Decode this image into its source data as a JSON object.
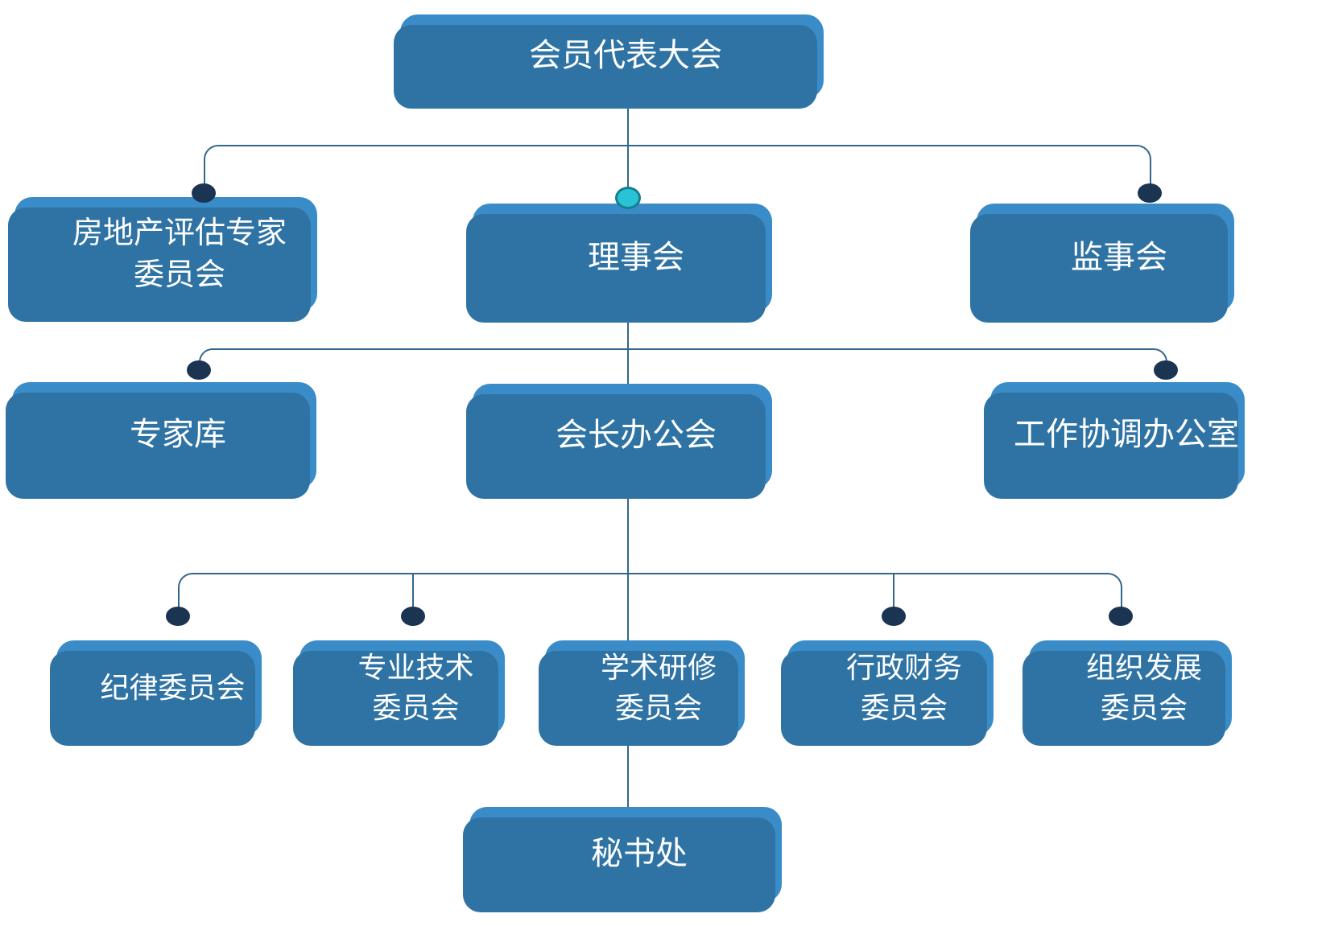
{
  "colors": {
    "box_fill": "#3A8CC8",
    "box_extrude": "#2E73A4",
    "line": "#33678A",
    "dot_navy": "#1B3452",
    "dot_cyan": "#29C3D8",
    "dot_cyan_border": "#157F8D",
    "text": "#FFFFFF",
    "background": "#FFFFFF"
  },
  "chart_type": "organization-chart",
  "nodes": [
    {
      "id": "members-congress",
      "label": "会员代表大会",
      "parent": null
    },
    {
      "id": "real-estate-appraisal-expert-committee",
      "label": "房地产评估专家\n委员会",
      "parent": "members-congress"
    },
    {
      "id": "council",
      "label": "理事会",
      "parent": "members-congress"
    },
    {
      "id": "supervisory-board",
      "label": "监事会",
      "parent": "members-congress"
    },
    {
      "id": "expert-database",
      "label": "专家库",
      "parent": "council"
    },
    {
      "id": "president-office-meeting",
      "label": "会长办公会",
      "parent": "council"
    },
    {
      "id": "work-coordination-office",
      "label": "工作协调办公室",
      "parent": "council"
    },
    {
      "id": "discipline-committee",
      "label": "纪律委员会",
      "parent": "president-office-meeting"
    },
    {
      "id": "professional-technology-committee",
      "label": "专业技术\n委员会",
      "parent": "president-office-meeting"
    },
    {
      "id": "academic-research-committee",
      "label": "学术研修\n委员会",
      "parent": "president-office-meeting"
    },
    {
      "id": "administration-finance-committee",
      "label": "行政财务\n委员会",
      "parent": "president-office-meeting"
    },
    {
      "id": "organization-development-committee",
      "label": "组织发展\n委员会",
      "parent": "president-office-meeting"
    },
    {
      "id": "secretariat",
      "label": "秘书处",
      "parent": "academic-research-committee"
    }
  ]
}
